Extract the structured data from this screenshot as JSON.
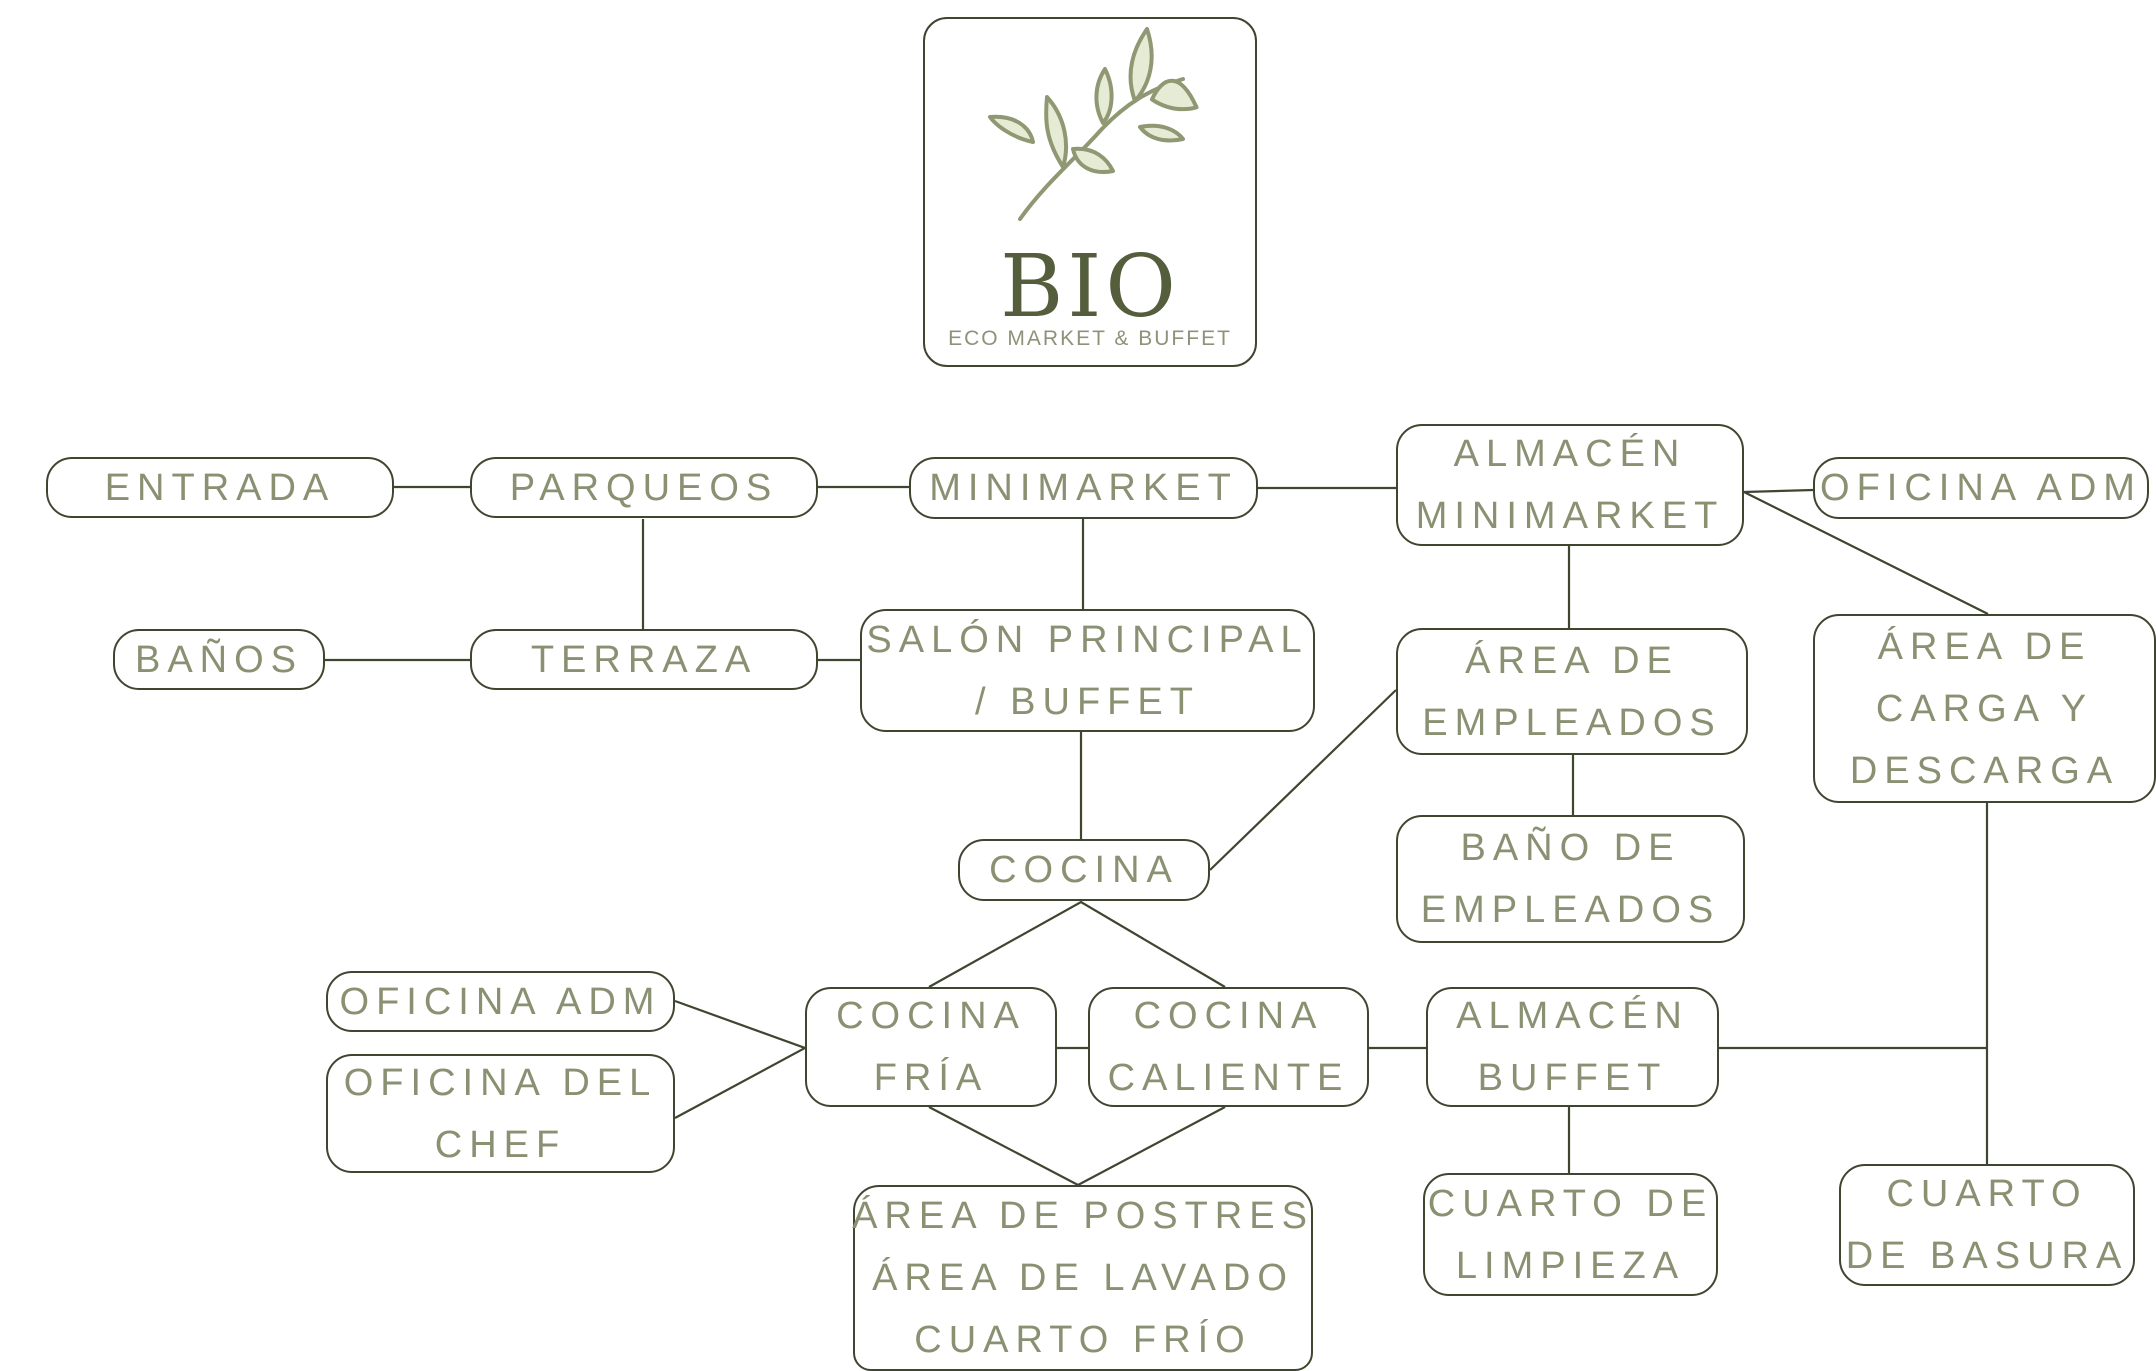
{
  "logo": {
    "name": "BIO",
    "tagline": "ECO MARKET & BUFFET",
    "icon": "olive-branch-icon",
    "leaf_color": "#e6ebd6",
    "stroke_color": "#8f9872"
  },
  "colors": {
    "border": "#3f4630",
    "text": "#8a9172",
    "brand": "#545d3c"
  },
  "nodes": {
    "entrada": [
      "ENTRADA"
    ],
    "parqueos": [
      "PARQUEOS"
    ],
    "minimarket": [
      "MINIMARKET"
    ],
    "almacen_minimarket": [
      "ALMACÉN",
      "MINIMARKET"
    ],
    "oficina_adm_top": [
      "OFICINA ADM"
    ],
    "banos": [
      "BAÑOS"
    ],
    "terraza": [
      "TERRAZA"
    ],
    "salon_principal": [
      "SALÓN PRINCIPAL",
      "/ BUFFET"
    ],
    "area_empleados": [
      "ÁREA DE",
      "EMPLEADOS"
    ],
    "area_carga": [
      "ÁREA DE",
      "CARGA Y",
      "DESCARGA"
    ],
    "bano_empleados": [
      "BAÑO DE",
      "EMPLEADOS"
    ],
    "cocina": [
      "COCINA"
    ],
    "oficina_adm_left": [
      "OFICINA ADM"
    ],
    "oficina_chef": [
      "OFICINA DEL",
      "CHEF"
    ],
    "cocina_fria": [
      "COCINA",
      "FRÍA"
    ],
    "cocina_caliente": [
      "COCINA",
      "CALIENTE"
    ],
    "almacen_buffet": [
      "ALMACÉN",
      "BUFFET"
    ],
    "area_postres": [
      "ÁREA DE POSTRES",
      "ÁREA DE LAVADO",
      "CUARTO FRÍO"
    ],
    "cuarto_limpieza": [
      "CUARTO DE",
      "LIMPIEZA"
    ],
    "cuarto_basura": [
      "CUARTO",
      "DE BASURA"
    ]
  }
}
